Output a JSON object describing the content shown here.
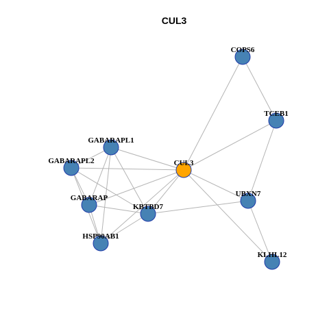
{
  "title": "CUL3",
  "colors": {
    "default_node": "#4682b4",
    "center_node": "#ffa500",
    "node_border": "#1f3aa8",
    "edge": "#b4b4b4"
  },
  "nodes": [
    {
      "id": "COPS6",
      "label": "COPS6",
      "type": "default"
    },
    {
      "id": "TCEB1",
      "label": "TCEB1",
      "type": "default"
    },
    {
      "id": "GABARAPL1",
      "label": "GABARAPL1",
      "type": "default"
    },
    {
      "id": "GABARAPL2",
      "label": "GABARAPL2",
      "type": "default"
    },
    {
      "id": "CUL3",
      "label": "CUL3",
      "type": "center"
    },
    {
      "id": "UBXN7",
      "label": "UBXN7",
      "type": "default"
    },
    {
      "id": "GABARAP",
      "label": "GABARAP",
      "type": "default"
    },
    {
      "id": "KBTBD7",
      "label": "KBTBD7",
      "type": "default"
    },
    {
      "id": "HSP90AB1",
      "label": "HSP90AB1",
      "type": "default"
    },
    {
      "id": "KLHL12",
      "label": "KLHL12",
      "type": "default"
    }
  ],
  "edges": [
    [
      "COPS6",
      "TCEB1"
    ],
    [
      "COPS6",
      "CUL3"
    ],
    [
      "TCEB1",
      "CUL3"
    ],
    [
      "TCEB1",
      "UBXN7"
    ],
    [
      "CUL3",
      "UBXN7"
    ],
    [
      "CUL3",
      "KLHL12"
    ],
    [
      "CUL3",
      "GABARAPL1"
    ],
    [
      "CUL3",
      "GABARAPL2"
    ],
    [
      "CUL3",
      "GABARAP"
    ],
    [
      "CUL3",
      "KBTBD7"
    ],
    [
      "CUL3",
      "HSP90AB1"
    ],
    [
      "UBXN7",
      "KLHL12"
    ],
    [
      "UBXN7",
      "KBTBD7"
    ],
    [
      "GABARAPL1",
      "GABARAPL2"
    ],
    [
      "GABARAPL1",
      "GABARAP"
    ],
    [
      "GABARAPL1",
      "KBTBD7"
    ],
    [
      "GABARAPL1",
      "HSP90AB1"
    ],
    [
      "GABARAPL2",
      "GABARAP"
    ],
    [
      "GABARAPL2",
      "KBTBD7"
    ],
    [
      "GABARAPL2",
      "HSP90AB1"
    ],
    [
      "GABARAP",
      "KBTBD7"
    ],
    [
      "GABARAP",
      "HSP90AB1"
    ],
    [
      "KBTBD7",
      "HSP90AB1"
    ]
  ]
}
